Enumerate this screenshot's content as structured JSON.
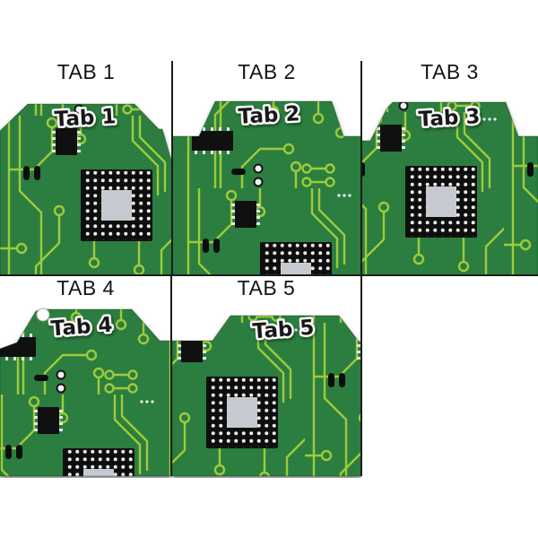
{
  "title": "File folder tab position previews",
  "cells": [
    {
      "header": "TAB 1",
      "tab_label": "Tab 1",
      "tab_position": "far-left"
    },
    {
      "header": "TAB 2",
      "tab_label": "Tab 2",
      "tab_position": "center"
    },
    {
      "header": "TAB 3",
      "tab_label": "Tab 3",
      "tab_position": "center"
    },
    {
      "header": "TAB 4",
      "tab_label": "Tab 4",
      "tab_position": "left-of-center"
    },
    {
      "header": "TAB 5",
      "tab_label": "Tab 5",
      "tab_position": "center"
    }
  ],
  "colors": {
    "background": "#ffffff",
    "grid_line": "#1c1c1c",
    "header_text": "#141414",
    "pcb_green": "#2b7e3f",
    "trace_green": "#9ecb3b",
    "component_black": "#0e0e0e",
    "chip_gray": "#c6cad0",
    "pad_white": "#f0f0f0",
    "tab_label_fill": "#171717",
    "tab_label_outline": "#ffffff"
  }
}
